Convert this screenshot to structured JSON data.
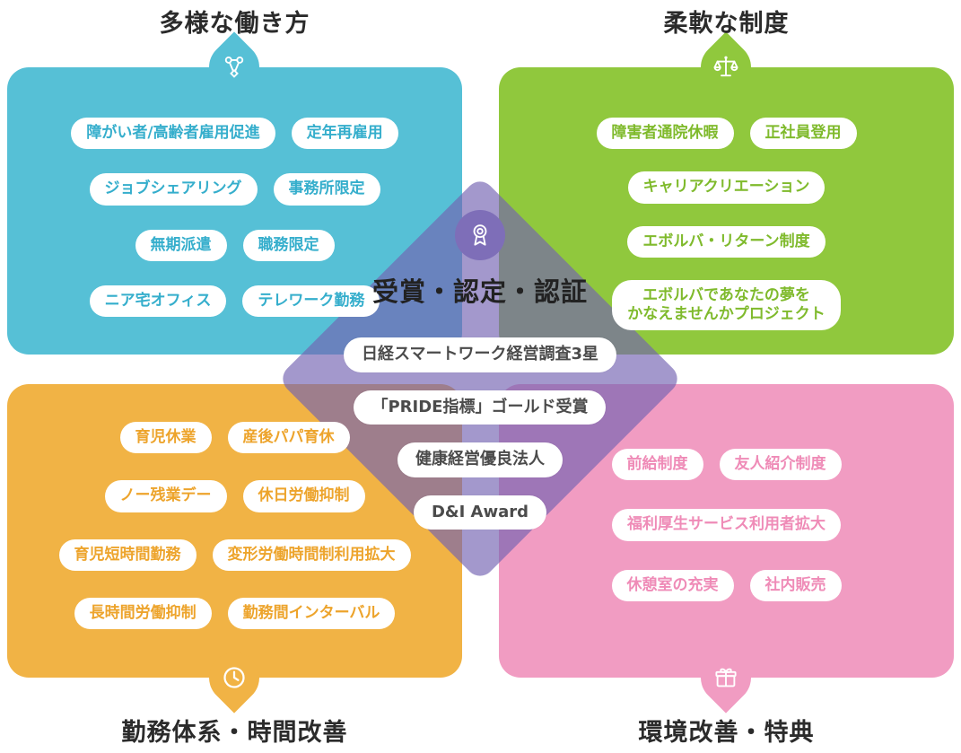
{
  "quadrants": {
    "diverse_work": {
      "title": "多様な働き方",
      "icon": "people-network-icon",
      "box_color": "#56C0D6",
      "text_color": "#35AECC",
      "pills": [
        "障がい者/高齢者雇用促進",
        "定年再雇用",
        "ジョブシェアリング",
        "事務所限定",
        "無期派遣",
        "職務限定",
        "ニア宅オフィス",
        "テレワーク勤務"
      ]
    },
    "flexible_systems": {
      "title": "柔軟な制度",
      "icon": "scales-icon",
      "box_color": "#90C83D",
      "text_color": "#7FBA2C",
      "pills": [
        "障害者通院休暇",
        "正社員登用",
        "キャリアクリエーション",
        "エボルバ・リターン制度",
        "エボルバであなたの夢を\nかなえませんかプロジェクト"
      ]
    },
    "work_hours": {
      "title": "勤務体系・時間改善",
      "icon": "clock-icon",
      "box_color": "#F1B345",
      "text_color": "#EDA42C",
      "pills": [
        "育児休業",
        "産後パパ育休",
        "ノー残業デー",
        "休日労働抑制",
        "育児短時間勤務",
        "変形労働時間制利用拡大",
        "長時間労働抑制",
        "勤務間インターバル"
      ]
    },
    "environment_perks": {
      "title": "環境改善・特典",
      "icon": "gift-icon",
      "box_color": "#F19CC2",
      "text_color": "#EF8BB7",
      "pills": [
        "前給制度",
        "友人紹介制度",
        "福利厚生サービス利用者拡大",
        "休憩室の充実",
        "社内販売"
      ]
    }
  },
  "center": {
    "title": "受賞・認定・認証",
    "icon": "award-ribbon-icon",
    "diamond_color": "#7462B2",
    "badge_color": "#7E6EB8",
    "pills": [
      "日経スマートワーク経営調査3星",
      "「PRIDE指標」ゴールド受賞",
      "健康経営優良法人",
      "D&I Award"
    ]
  }
}
